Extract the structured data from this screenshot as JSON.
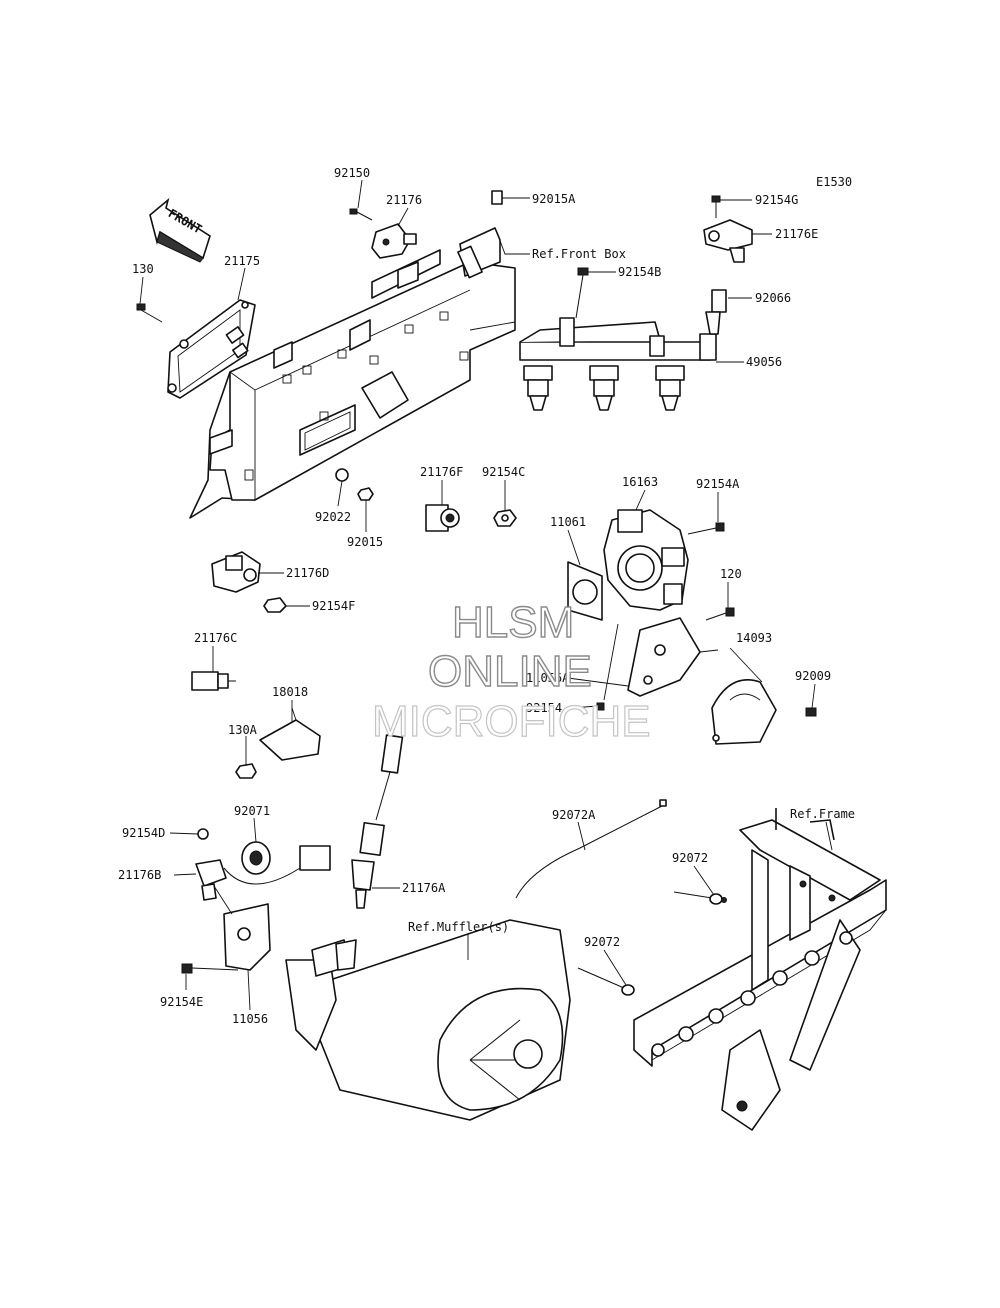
{
  "diagram_code": "E1530",
  "front_arrow": {
    "text": "FRONT"
  },
  "refs": {
    "front_box": "Ref.Front Box",
    "muffler": "Ref.Muffler(s)",
    "frame": "Ref.Frame"
  },
  "watermark": {
    "line1": "HLSM",
    "line2": "ONLINE",
    "line3": "MICROFICHE"
  },
  "part_labels": {
    "p92150": "92150",
    "p21176": "21176",
    "p92015A": "92015A",
    "p92154G": "92154G",
    "p21176E": "21176E",
    "p130": "130",
    "p21175": "21175",
    "p92154B": "92154B",
    "p92066": "92066",
    "p49056": "49056",
    "p21176F": "21176F",
    "p92154C": "92154C",
    "p92022": "92022",
    "p92015": "92015",
    "p16163": "16163",
    "p92154A": "92154A",
    "p11061": "11061",
    "p21176D": "21176D",
    "p92154F": "92154F",
    "p120": "120",
    "p14093": "14093",
    "p21176C": "21176C",
    "p11056A": "11056A",
    "p92009": "92009",
    "p92154": "92154",
    "p18018": "18018",
    "p130A": "130A",
    "p92072A": "92072A",
    "p92071": "92071",
    "p92154D": "92154D",
    "p21176B": "21176B",
    "p21176A": "21176A",
    "p92072a": "92072",
    "p92072b": "92072",
    "p92154E": "92154E",
    "p11056": "11056"
  }
}
